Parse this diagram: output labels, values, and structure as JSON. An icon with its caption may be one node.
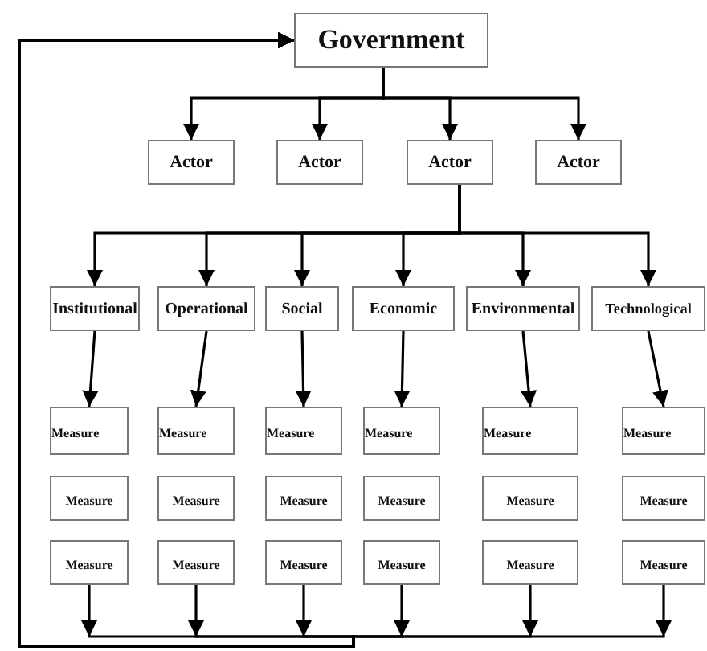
{
  "diagram": {
    "nodes": [
      {
        "text": [
          "Government"
        ]
      },
      {
        "text": [
          "Actor"
        ]
      },
      {
        "text": [
          "Actor"
        ]
      },
      {
        "text": [
          "Actor"
        ]
      },
      {
        "text": [
          "Actor"
        ]
      },
      {
        "text": [
          "Institutional"
        ]
      },
      {
        "text": [
          "Operational"
        ]
      },
      {
        "text": [
          "Social"
        ]
      },
      {
        "text": [
          "Economic"
        ]
      },
      {
        "text": [
          "Environmental"
        ]
      },
      {
        "text": [
          "Technological"
        ]
      },
      {
        "text": [
          "Measure"
        ]
      },
      {
        "text": [
          "Measure"
        ]
      },
      {
        "text": [
          "Measure"
        ]
      },
      {
        "text": [
          "Measure"
        ]
      },
      {
        "text": [
          "Measure"
        ]
      },
      {
        "text": [
          "Measure"
        ]
      },
      {
        "text": [
          "Measure"
        ]
      },
      {
        "text": [
          "Measure"
        ]
      },
      {
        "text": [
          "Measure"
        ]
      },
      {
        "text": [
          "Measure"
        ]
      },
      {
        "text": [
          "Measure"
        ]
      },
      {
        "text": [
          "Measure"
        ]
      },
      {
        "text": [
          "Measure"
        ]
      },
      {
        "text": [
          "Measure"
        ]
      },
      {
        "text": [
          "Measure"
        ]
      },
      {
        "text": [
          "Measure"
        ]
      },
      {
        "text": [
          "Measure"
        ]
      },
      {
        "text": [
          "Measure"
        ]
      }
    ],
    "edges": [
      {
        "from": 0,
        "to": 1,
        "arrow": "to"
      },
      {
        "from": 0,
        "to": 2,
        "arrow": "to"
      },
      {
        "from": 0,
        "to": 3,
        "arrow": "to"
      },
      {
        "from": 0,
        "to": 4,
        "arrow": "to"
      },
      {
        "from": 3,
        "to": 5,
        "arrow": "to"
      },
      {
        "from": 3,
        "to": 6,
        "arrow": "to"
      },
      {
        "from": 3,
        "to": 7,
        "arrow": "to"
      },
      {
        "from": 3,
        "to": 8,
        "arrow": "to"
      },
      {
        "from": 3,
        "to": 9,
        "arrow": "to"
      },
      {
        "from": 3,
        "to": 10,
        "arrow": "to"
      },
      {
        "from": 5,
        "to": 11,
        "arrow": "to"
      },
      {
        "from": 6,
        "to": 12,
        "arrow": "to"
      },
      {
        "from": 7,
        "to": 13,
        "arrow": "to"
      },
      {
        "from": 8,
        "to": 14,
        "arrow": "to"
      },
      {
        "from": 9,
        "to": 15,
        "arrow": "to"
      },
      {
        "from": 10,
        "to": 16,
        "arrow": "to"
      },
      {
        "from": 23,
        "to": 0,
        "arrow": "to"
      },
      {
        "from": 24,
        "to": 0,
        "arrow": "to"
      },
      {
        "from": 25,
        "to": 0,
        "arrow": "to"
      },
      {
        "from": 26,
        "to": 0,
        "arrow": "to"
      },
      {
        "from": 27,
        "to": 0,
        "arrow": "to"
      },
      {
        "from": 28,
        "to": 0,
        "arrow": "to"
      }
    ]
  }
}
